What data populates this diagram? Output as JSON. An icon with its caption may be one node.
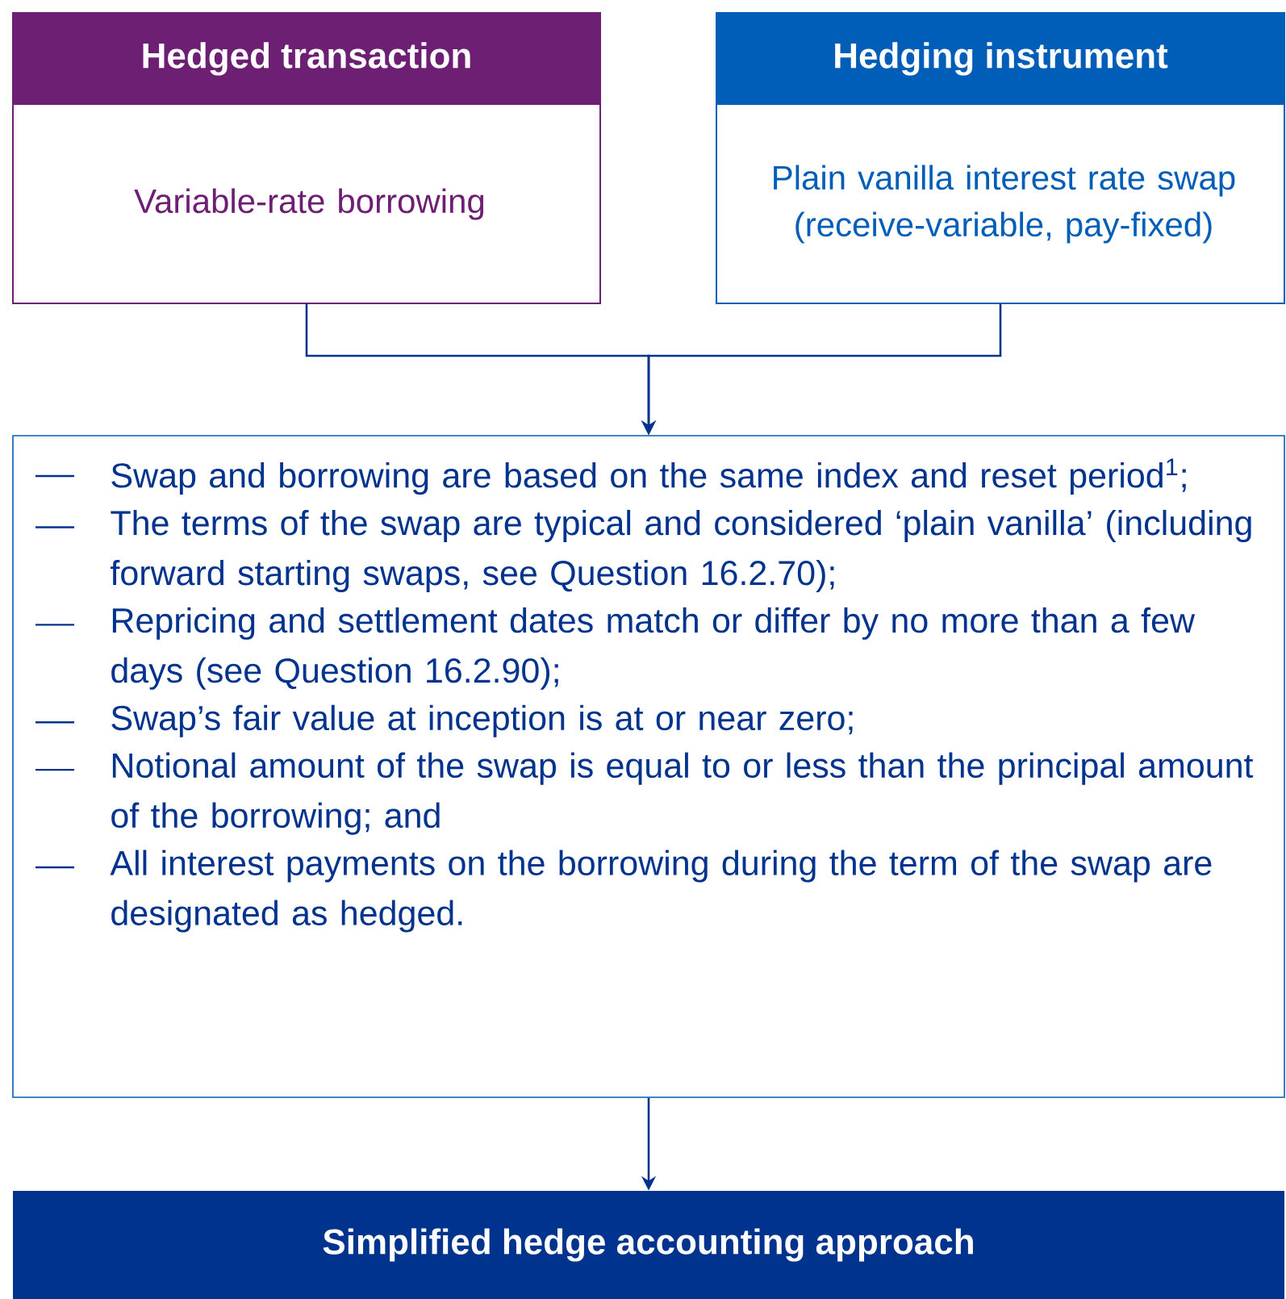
{
  "diagram": {
    "nodes": [
      {
        "text": [
          "Hedged transaction",
          "Variable-rate borrowing"
        ]
      },
      {
        "text": [
          "Hedging instrument",
          "Plain vanilla interest rate swap (receive-variable, pay-fixed)"
        ]
      },
      {
        "text": [
          "Swap and borrowing are based on the same index and reset period$^{1}$;",
          "The terms of the swap are typical and considered ‘plain vanilla’ (including forward starting swaps, see Question 16.2.70);",
          "Repricing and settlement dates match or differ by no more than a few days (see Question 16.2.90);",
          "Swap’s fair value at inception is at or near zero;",
          "Notional amount of the swap is equal to or less than the principal amount of the borrowing; and",
          "All interest payments on the borrowing during the term of the swap are designated as hedged."
        ]
      },
      {
        "text": [
          "Simplified hedge accounting approach"
        ]
      }
    ],
    "edges": [
      {
        "from": 0,
        "to": 2,
        "arrow": "to"
      },
      {
        "from": 1,
        "to": 2,
        "arrow": "to"
      },
      {
        "from": 2,
        "to": 3,
        "arrow": "to"
      }
    ]
  }
}
